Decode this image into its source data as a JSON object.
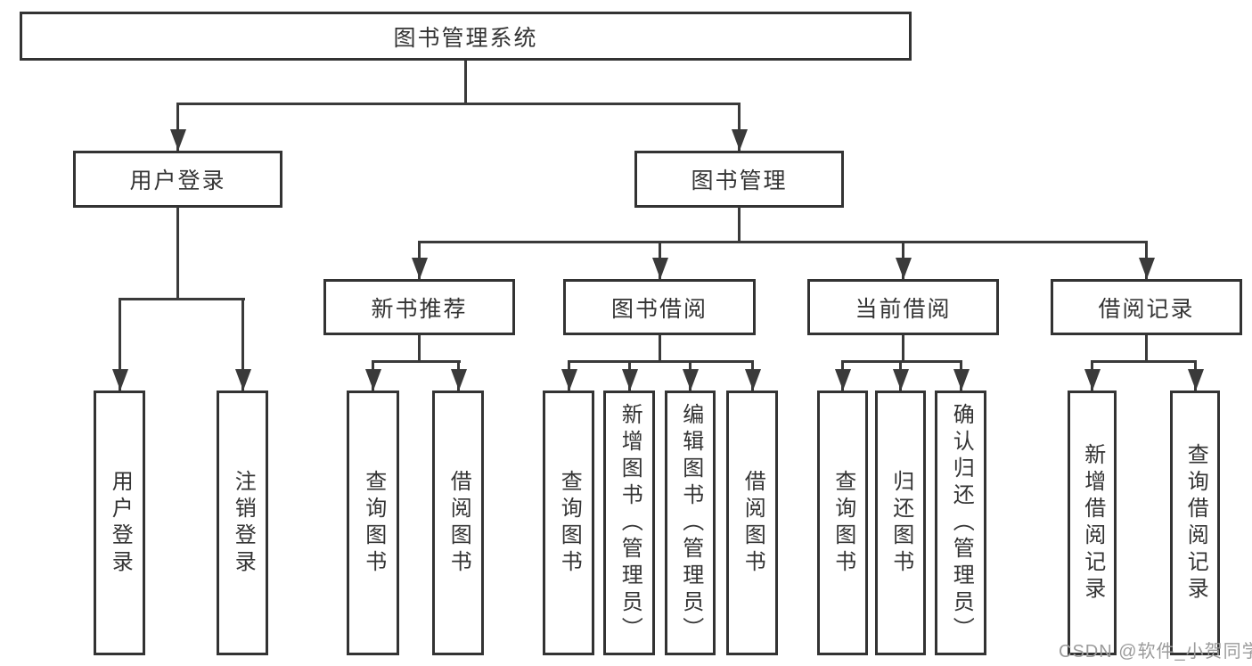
{
  "diagram_title": "图书管理系统",
  "tree": {
    "label": "图书管理系统",
    "children": [
      {
        "label": "用户登录",
        "children": [
          {
            "label": "用户登录"
          },
          {
            "label": "注销登录"
          }
        ]
      },
      {
        "label": "图书管理",
        "children": [
          {
            "label": "新书推荐",
            "children": [
              {
                "label": "查询图书"
              },
              {
                "label": "借阅图书"
              }
            ]
          },
          {
            "label": "图书借阅",
            "children": [
              {
                "label": "查询图书"
              },
              {
                "label": "新增图书（管理员）"
              },
              {
                "label": "编辑图书（管理员）"
              },
              {
                "label": "借阅图书"
              }
            ]
          },
          {
            "label": "当前借阅",
            "children": [
              {
                "label": "查询图书"
              },
              {
                "label": "归还图书"
              },
              {
                "label": "确认归还（管理员）"
              }
            ]
          },
          {
            "label": "借阅记录",
            "children": [
              {
                "label": "新增借阅记录"
              },
              {
                "label": "查询借阅记录"
              }
            ]
          }
        ]
      }
    ]
  },
  "watermark": "CSDN @软件_小贺同学",
  "colors": {
    "background": "#ffffff",
    "box_border": "#333333",
    "line": "#3a3a3a",
    "text": "#343434",
    "watermark": "#9b9b9b"
  }
}
